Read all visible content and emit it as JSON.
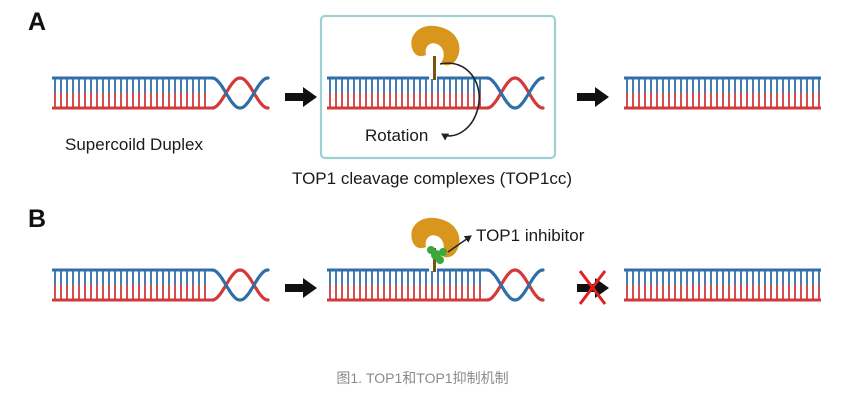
{
  "panels": {
    "a": {
      "letter": "A",
      "supercoil_label": "Supercoild Duplex",
      "rotation_label": "Rotation",
      "complex_label": "TOP1 cleavage complexes (TOP1cc)"
    },
    "b": {
      "letter": "B",
      "inhibitor_label": "TOP1 inhibitor"
    }
  },
  "caption": "图1. TOP1和TOP1抑制机制",
  "colors": {
    "strand_blue": "#2f6fa8",
    "strand_red": "#d23a3a",
    "enzyme": "#d9961d",
    "inhibitor": "#3aa83a",
    "box_border": "#9fd0d4",
    "arrow": "#111111",
    "block_x": "#e02020"
  },
  "icons": [
    "dna-duplex-icon",
    "top1-enzyme-icon",
    "inhibitor-icon",
    "blocked-x-icon",
    "right-arrow-icon",
    "rotation-arrow-icon"
  ]
}
